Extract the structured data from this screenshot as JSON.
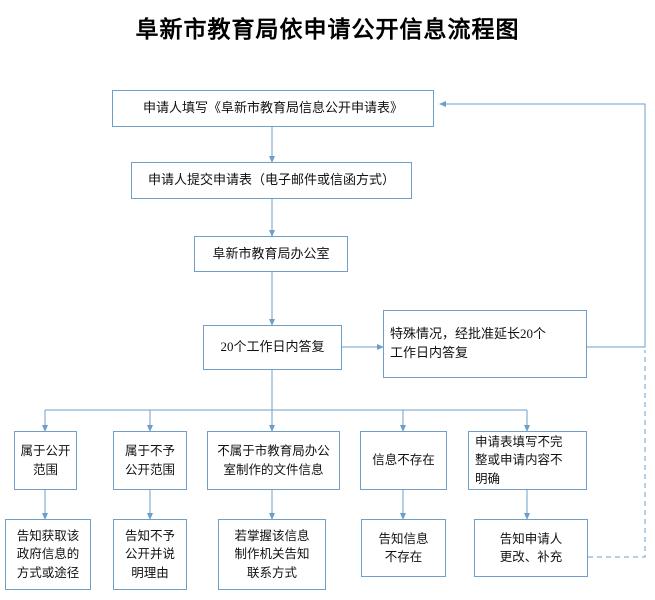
{
  "title": "阜新市教育局依申请公开信息流程图",
  "theme": {
    "box_border": "#6f9fc8",
    "box_fill": "#ffffff",
    "line": "#6f9fc8",
    "text": "#111111",
    "background": "#ffffff"
  },
  "nodes": {
    "apply_form": "申请人填写《阜新市教育局信息公开申请表》",
    "submit_form": "申请人提交申请表（电子邮件或信函方式）",
    "office": "阜新市教育局办公室",
    "reply_20_days": "20个工作日内答复",
    "extend_20_days": "特殊情况，经批准延长20个\n工作日内答复",
    "public_scope": "属于公开\n范围",
    "not_public_scope": "属于不予\n公开范围",
    "not_made_by_office": "不属于市教育局办公\n室制作的文件信息",
    "info_not_exist": "信息不存在",
    "form_incomplete": "申请表填写不完\n整或申请内容不\n明确",
    "notify_get_method": "告知获取该\n政府信息的\n方式或途径",
    "notify_not_public": "告知不予\n公开并说\n明理由",
    "notify_maker": "若掌握该信息\n制作机关告知\n联系方式",
    "notify_not_exist": "告知信息\n不存在",
    "notify_change": "告知申请人\n更改、补充"
  }
}
